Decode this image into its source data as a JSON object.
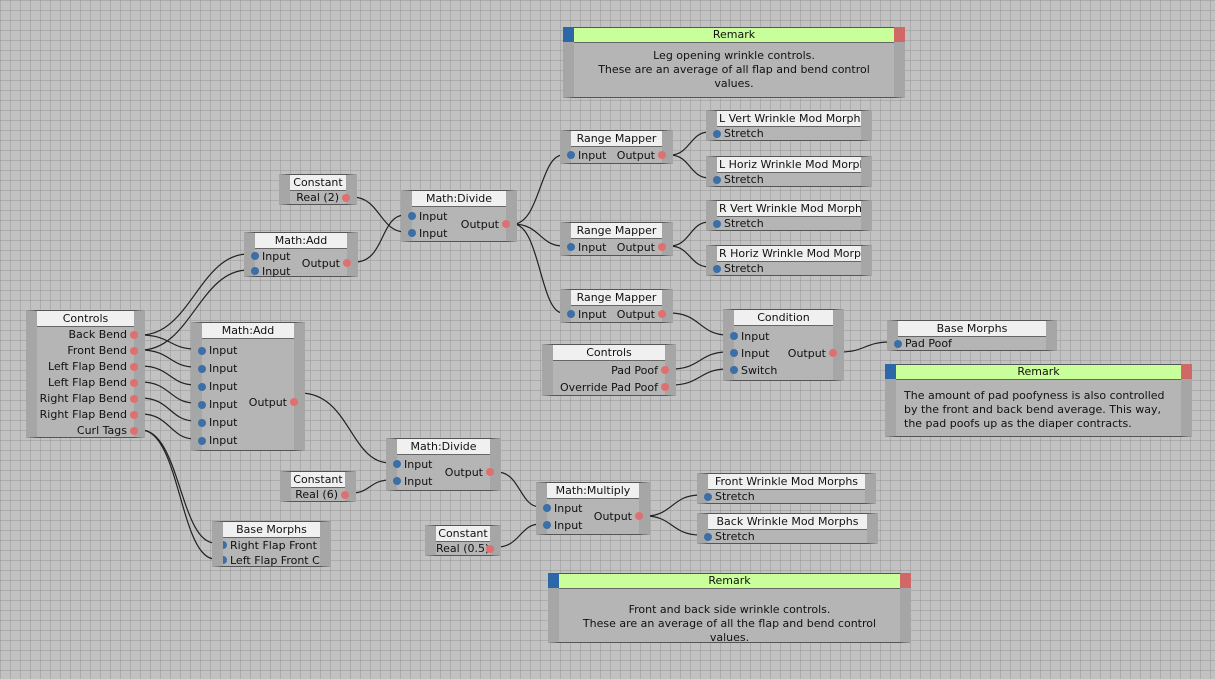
{
  "remarks": {
    "top": {
      "title": "Remark",
      "text": "Leg opening wrinkle controls.\nThese are an average of all flap and bend control values."
    },
    "right": {
      "title": "Remark",
      "text": "The amount of pad poofyness is also controlled by the front and back bend average. This way, the pad poofs up as the diaper contracts."
    },
    "bottom": {
      "title": "Remark",
      "text": "Front and back side wrinkle controls.\nThese are an average of all the flap and bend control values."
    }
  },
  "controls_main": {
    "title": "Controls",
    "outputs": [
      "Back Bend",
      "Front Bend",
      "Left Flap Bend",
      "Left Flap Bend",
      "Right Flap Bend",
      "Right Flap Bend",
      "Curl Tags"
    ]
  },
  "constant_2": {
    "title": "Constant",
    "value": "Real (2)"
  },
  "constant_6": {
    "title": "Constant",
    "value": "Real (6)"
  },
  "constant_05": {
    "title": "Constant",
    "value": "Real (0.5)"
  },
  "math_add_top": {
    "title": "Math:Add",
    "in1": "Input",
    "in2": "Input",
    "out": "Output"
  },
  "math_add_big": {
    "title": "Math:Add",
    "inputs": [
      "Input",
      "Input",
      "Input",
      "Input",
      "Input",
      "Input"
    ],
    "out": "Output"
  },
  "math_divide_top": {
    "title": "Math:Divide",
    "in1": "Input",
    "in2": "Input",
    "out": "Output"
  },
  "math_divide_bottom": {
    "title": "Math:Divide",
    "in1": "Input",
    "in2": "Input",
    "out": "Output"
  },
  "math_multiply": {
    "title": "Math:Multiply",
    "in1": "Input",
    "in2": "Input",
    "out": "Output"
  },
  "range_mappers": [
    {
      "title": "Range Mapper",
      "in": "Input",
      "out": "Output"
    },
    {
      "title": "Range Mapper",
      "in": "Input",
      "out": "Output"
    },
    {
      "title": "Range Mapper",
      "in": "Input",
      "out": "Output"
    }
  ],
  "morph_targets": [
    {
      "title": "L Vert Wrinkle Mod Morphs",
      "in": "Stretch"
    },
    {
      "title": "L Horiz Wrinkle Mod Morphs",
      "in": "Stretch"
    },
    {
      "title": "R Vert Wrinkle Mod Morphs",
      "in": "Stretch"
    },
    {
      "title": "R Horiz Wrinkle Mod Morphs",
      "in": "Stretch"
    },
    {
      "title": "Front Wrinkle Mod Morphs",
      "in": "Stretch"
    },
    {
      "title": "Back Wrinkle Mod Morphs",
      "in": "Stretch"
    }
  ],
  "condition": {
    "title": "Condition",
    "in1": "Input",
    "in2": "Input",
    "switch": "Switch",
    "out": "Output"
  },
  "controls_pad": {
    "title": "Controls",
    "out1": "Pad Poof",
    "out2": "Override Pad Poof"
  },
  "base_morphs_pad": {
    "title": "Base Morphs",
    "in": "Pad Poof"
  },
  "base_morphs_flap": {
    "title": "Base Morphs",
    "in1": "Right Flap Front Curl",
    "in2": "Left Flap Front Curl"
  }
}
